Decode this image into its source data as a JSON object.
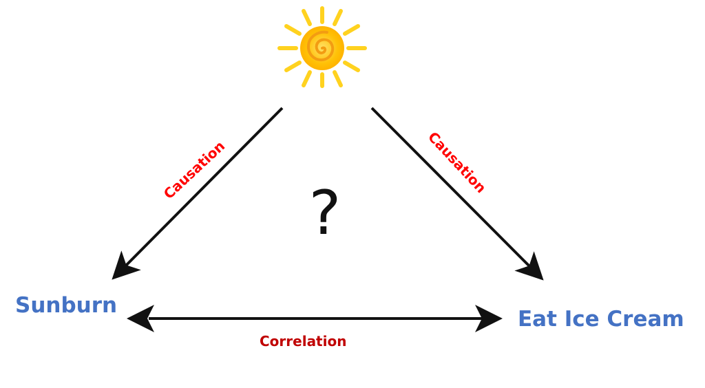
{
  "nodes": {
    "cause": {
      "icon": "sun-icon"
    },
    "left": {
      "label": "Sunburn"
    },
    "right": {
      "label": "Eat Ice Cream"
    }
  },
  "edges": {
    "left": {
      "label": "Causation"
    },
    "right": {
      "label": "Causation"
    },
    "bottom": {
      "label": "Correlation"
    }
  },
  "center": {
    "text": "?"
  },
  "colors": {
    "node_text": "#4472C4",
    "causation_text": "#FF0000",
    "correlation_text": "#C00000",
    "arrow": "#111111",
    "sun_ray": "#FFD21F",
    "sun_core": "#FFB800",
    "sun_spiral": "#F39C12"
  }
}
